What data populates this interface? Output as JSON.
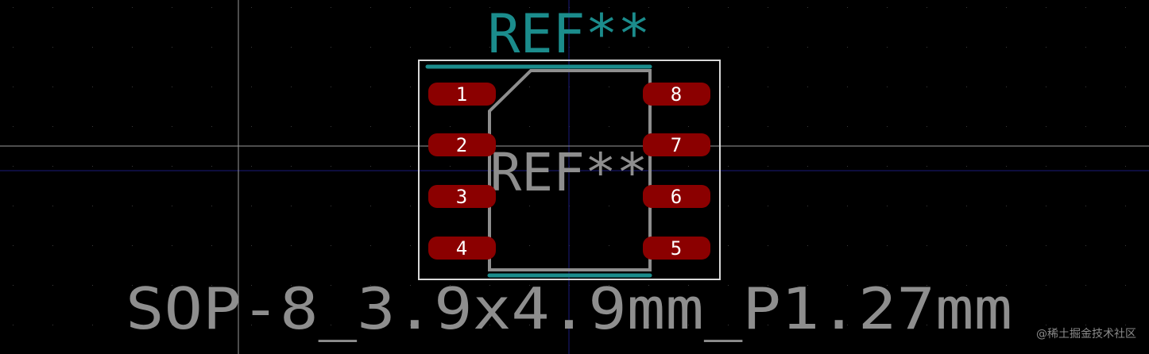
{
  "footprint": {
    "ref_silkscreen": "REF**",
    "ref_fab": "REF**",
    "value": "SOP-8_3.9x4.9mm_P1.27mm"
  },
  "pads": {
    "left": [
      "1",
      "2",
      "3",
      "4"
    ],
    "right": [
      "8",
      "7",
      "6",
      "5"
    ]
  },
  "colors": {
    "background": "#000000",
    "grid_dot": "#3a3a3a",
    "cursor_crosshair": "#9a9a9a",
    "origin_axis": "#1a1a7a",
    "silkscreen": "#1b8c8c",
    "fab_layer": "#8e8e8e",
    "courtyard": "#d8d8d8",
    "pad_fill": "#8b0000",
    "pad_label": "#ffffff"
  },
  "watermark": "@稀土掘金技术社区"
}
